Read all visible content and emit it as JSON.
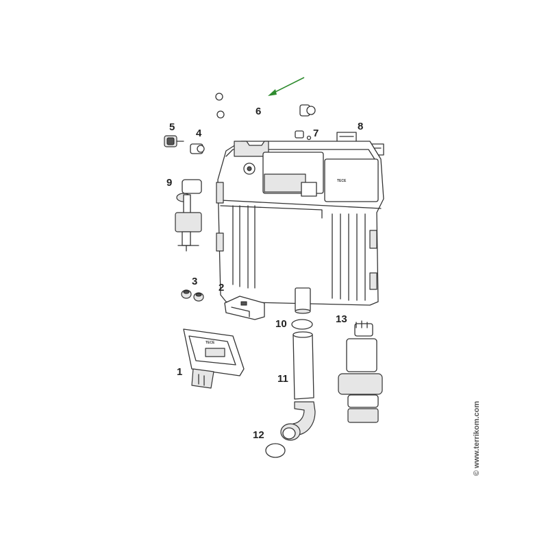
{
  "labels": {
    "p1": "1",
    "p2": "2",
    "p3": "3",
    "p4": "4",
    "p5": "5",
    "p6": "6",
    "p7": "7",
    "p8": "8",
    "p9": "9",
    "p10": "10",
    "p11": "11",
    "p12": "12",
    "p13": "13"
  },
  "cistern_logo": "TECE",
  "bracket_logo": "TECE",
  "watermark": "© www.terrikom.com",
  "colors": {
    "arrow": "#2e8b2e",
    "line": "#333333"
  }
}
